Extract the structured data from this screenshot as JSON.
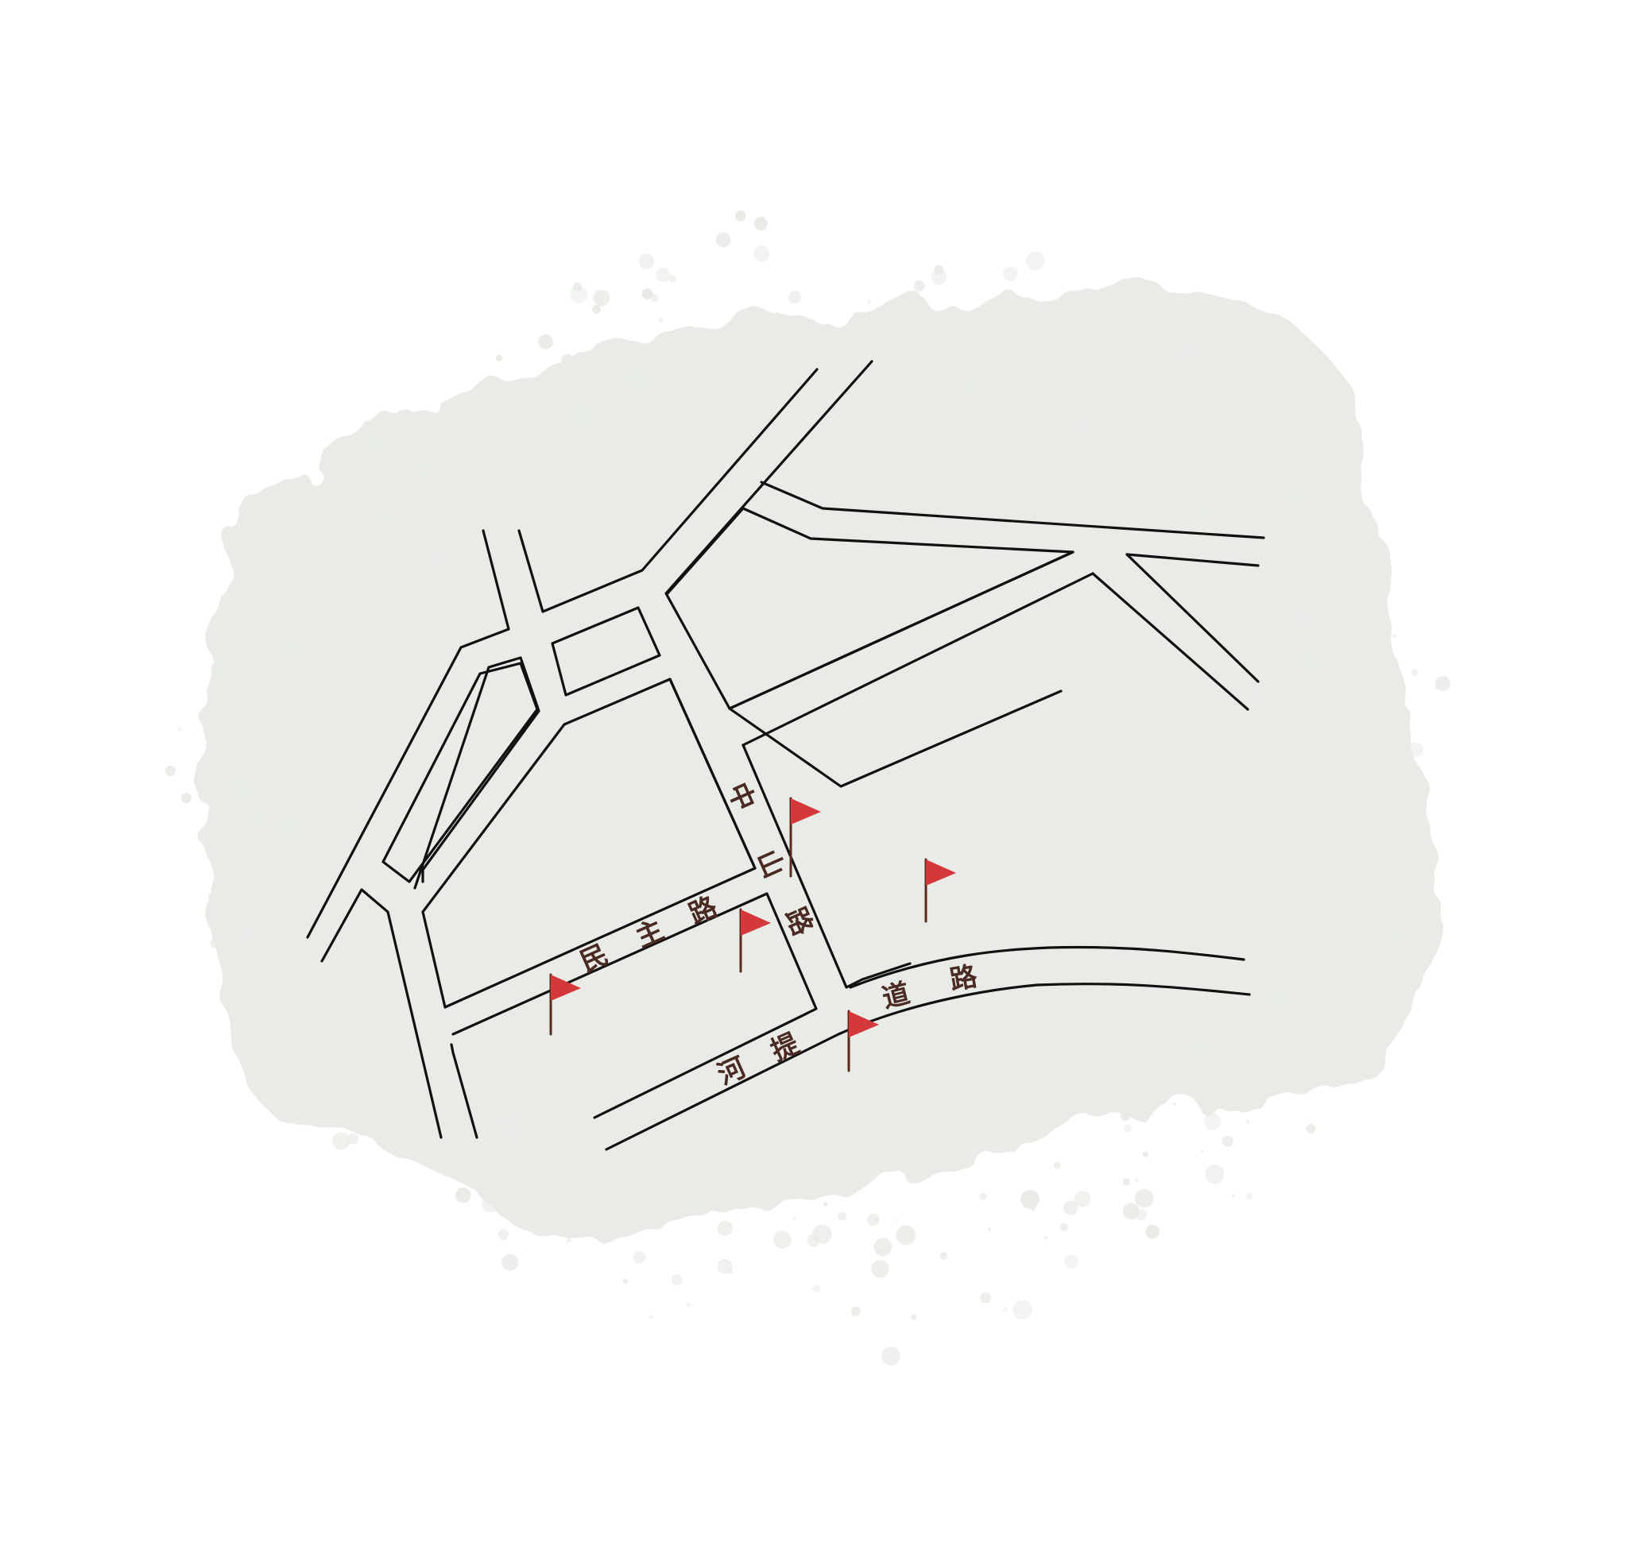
{
  "map": {
    "background_color": "#e8ebe6",
    "road_color": "#111111",
    "label_color": "#4a2a22",
    "flag_color": "#d4383a",
    "pole_color": "#5a2a1e",
    "roads": {
      "zhongshan": {
        "label": [
          "中",
          "山",
          "路"
        ]
      },
      "minzhu": {
        "label": [
          "民",
          "主",
          "路"
        ]
      },
      "hedi": {
        "label": [
          "河",
          "提",
          "道",
          "路"
        ]
      }
    },
    "flags": [
      {
        "name": "flag-1",
        "icon": "red-flag-icon"
      },
      {
        "name": "flag-2",
        "icon": "red-flag-icon"
      },
      {
        "name": "flag-3",
        "icon": "red-flag-icon"
      },
      {
        "name": "flag-4",
        "icon": "red-flag-icon"
      },
      {
        "name": "flag-5",
        "icon": "red-flag-icon"
      }
    ]
  }
}
